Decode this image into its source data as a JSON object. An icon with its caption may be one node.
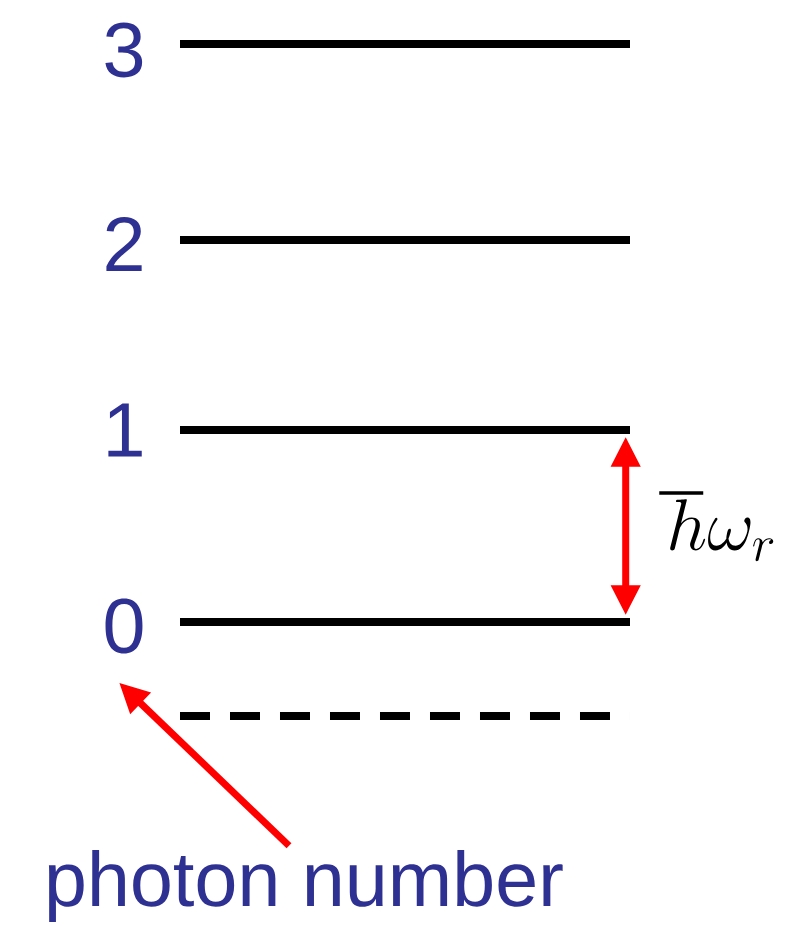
{
  "diagram": {
    "nodes": [
      {
        "text": [
          "3"
        ]
      },
      {
        "text": [
          "2"
        ]
      },
      {
        "text": [
          "1"
        ]
      },
      {
        "text": [
          "0"
        ]
      },
      {
        "text": [],
        "shape": "bar"
      },
      {
        "text": [],
        "shape": "bar"
      },
      {
        "text": [],
        "shape": "bar"
      },
      {
        "text": [],
        "shape": "bar"
      },
      {
        "text": [
          "photon number"
        ]
      }
    ],
    "edges": [
      {
        "from": 6,
        "to": 7,
        "arrow": "both",
        "label": "\\hbar\\omega_r",
        "color": "#ff0000"
      },
      {
        "from": 8,
        "to": 3,
        "arrow": "to",
        "color": "#ff0000"
      }
    ]
  }
}
